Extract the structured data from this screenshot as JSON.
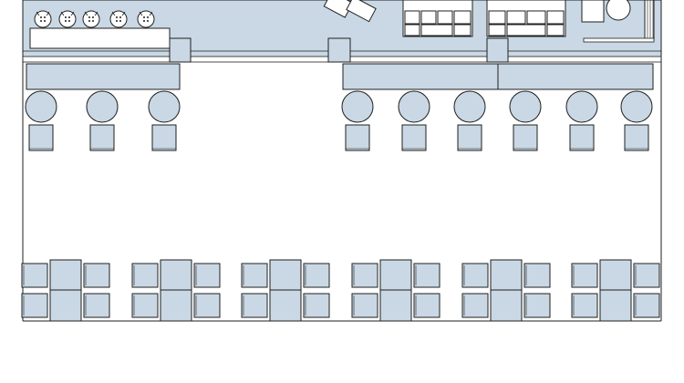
{
  "colors": {
    "fill": "#c9d8e4",
    "stroke": "#1f1f1f",
    "background": "#ffffff"
  },
  "upper_area": {
    "button_table_count": 5
  },
  "stool_rows": [
    {
      "name": "left",
      "count": 3
    },
    {
      "name": "right",
      "count": 6
    }
  ],
  "table_clusters": {
    "count": 6
  }
}
